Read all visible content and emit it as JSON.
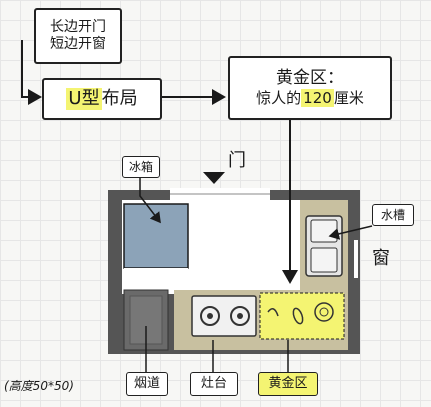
{
  "notes": {
    "line1": "长边开门",
    "line2": "短边开窗"
  },
  "layout_box": {
    "highlight": "U型",
    "rest": "布局"
  },
  "golden_box": {
    "title": "黄金区：",
    "prefix": "惊人的",
    "highlight": "120",
    "suffix": "厘米"
  },
  "plan_labels": {
    "door": "门",
    "fridge": "冰箱",
    "sink": "水槽",
    "window": "窗",
    "flue": "烟道",
    "flue_note": "(高度50*50)",
    "stove": "灶台",
    "golden_zone": "黄金区"
  },
  "colors": {
    "highlight": "#f4f472",
    "wall": "#555555",
    "counter": "#c8c0a0",
    "fridge": "#8ca3b8",
    "ink": "#1a1a1a"
  }
}
